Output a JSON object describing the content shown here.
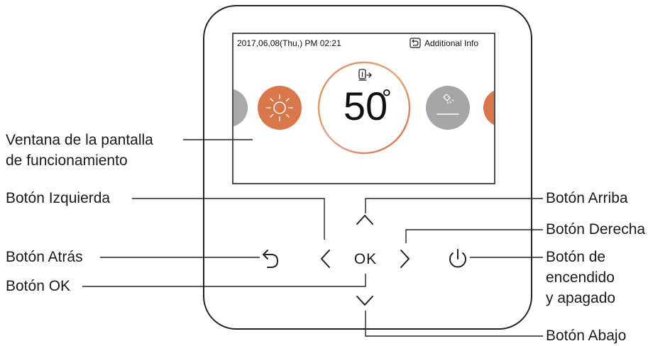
{
  "screen": {
    "datetime": "2017,06,08(Thu,) PM 02:21",
    "info_label": "Additional Info",
    "temperature": "50",
    "degree_symbol": "°"
  },
  "buttons": {
    "ok_label": "OK"
  },
  "labels": {
    "screen_window_line1": "Ventana de la pantalla",
    "screen_window_line2": "de funcionamiento",
    "left": "Botón Izquierda",
    "up": "Botón Arriba",
    "right": "Botón Derecha",
    "back": "Botón Atrás",
    "power_line1": "Botón de",
    "power_line2": "encendido",
    "power_line3": "y apagado",
    "ok": "Botón OK",
    "down": "Botón Abajo"
  },
  "colors": {
    "accent_orange": "#d9764a",
    "gray_mode": "#a6a6a6",
    "outline": "#222222"
  },
  "icons": [
    "thermostat-icon",
    "sun-icon",
    "shower-icon",
    "back-icon",
    "power-icon",
    "chevron-up-icon",
    "chevron-down-icon",
    "chevron-left-icon",
    "chevron-right-icon"
  ]
}
